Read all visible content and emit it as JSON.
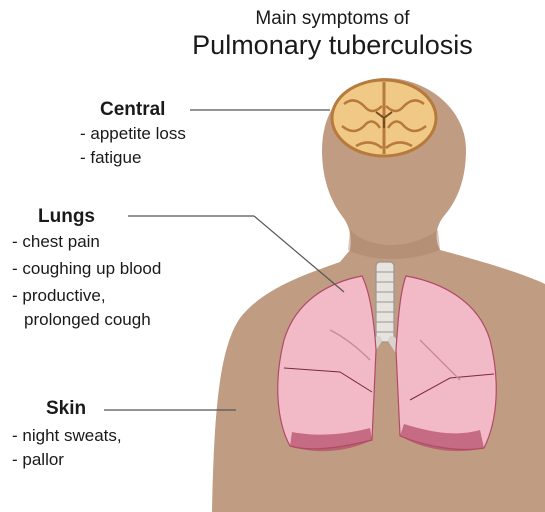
{
  "title": {
    "subtitle": "Main symptoms of",
    "main": "Pulmonary tuberculosis"
  },
  "groups": {
    "central": {
      "label": "Central",
      "items": [
        "- appetite loss",
        "- fatigue"
      ]
    },
    "lungs": {
      "label": "Lungs",
      "items": [
        "- chest pain",
        "- coughing up blood",
        "- productive,",
        "prolonged cough"
      ]
    },
    "skin": {
      "label": "Skin",
      "items": [
        "- night sweats,",
        "- pallor"
      ]
    }
  },
  "colors": {
    "skin": "#c09c82",
    "skin_shadow": "#a8836a",
    "lung": "#f2b9c6",
    "lung_dark": "#b24a66",
    "brain": "#f0c987",
    "brain_dark": "#b87a3a",
    "trachea": "#e7e4e0",
    "leader_line": "#555555"
  }
}
